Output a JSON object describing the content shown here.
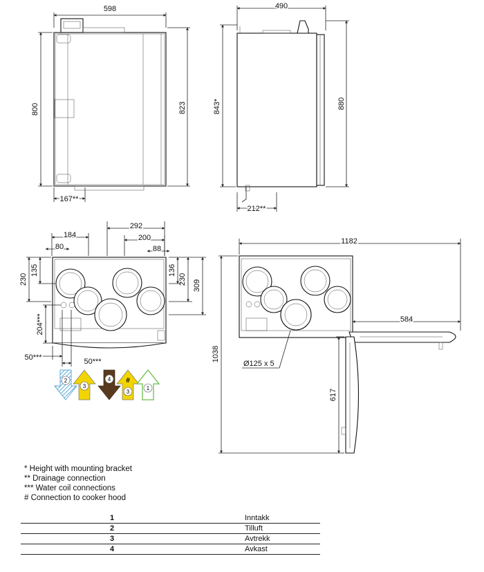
{
  "dimensions": {
    "front_width": "598",
    "front_height": "800",
    "front_total_height": "823",
    "front_drain": "167**",
    "side_depth": "490",
    "side_height_bracket": "843*",
    "side_total_height": "880",
    "side_drain": "212**",
    "top_292": "292",
    "top_184": "184",
    "top_200": "200",
    "top_80": "80",
    "top_88": "88",
    "left_230": "230",
    "left_135": "135",
    "right_136": "136",
    "right_230": "230",
    "right_309": "309",
    "water_204": "204***",
    "water_50a": "50***",
    "water_50b": "50***",
    "open_width": "1182",
    "open_584": "584",
    "open_1038": "1038",
    "open_617": "617",
    "duct_diameter": "Ø125 x 5"
  },
  "arrows": [
    {
      "label": "2",
      "color": "#5aa9d8",
      "style": "hatched",
      "direction": "down"
    },
    {
      "label": "3",
      "color": "#f2d400",
      "style": "solid",
      "direction": "up"
    },
    {
      "label": "4",
      "color": "#5a3a1e",
      "style": "solid",
      "direction": "down"
    },
    {
      "label": "3",
      "label2": "#",
      "color": "#f2d400",
      "style": "solid",
      "direction": "up"
    },
    {
      "label": "1",
      "color": "#6bbf4a",
      "style": "outline",
      "direction": "up"
    }
  ],
  "notes": [
    "* Height with mounting bracket",
    "** Drainage connection",
    "*** Water coil connections",
    "# Connection to cooker hood"
  ],
  "legend": [
    {
      "num": "1",
      "text": "Inntakk"
    },
    {
      "num": "2",
      "text": "Tilluft"
    },
    {
      "num": "3",
      "text": "Avtrekk"
    },
    {
      "num": "4",
      "text": "Avkast"
    }
  ]
}
